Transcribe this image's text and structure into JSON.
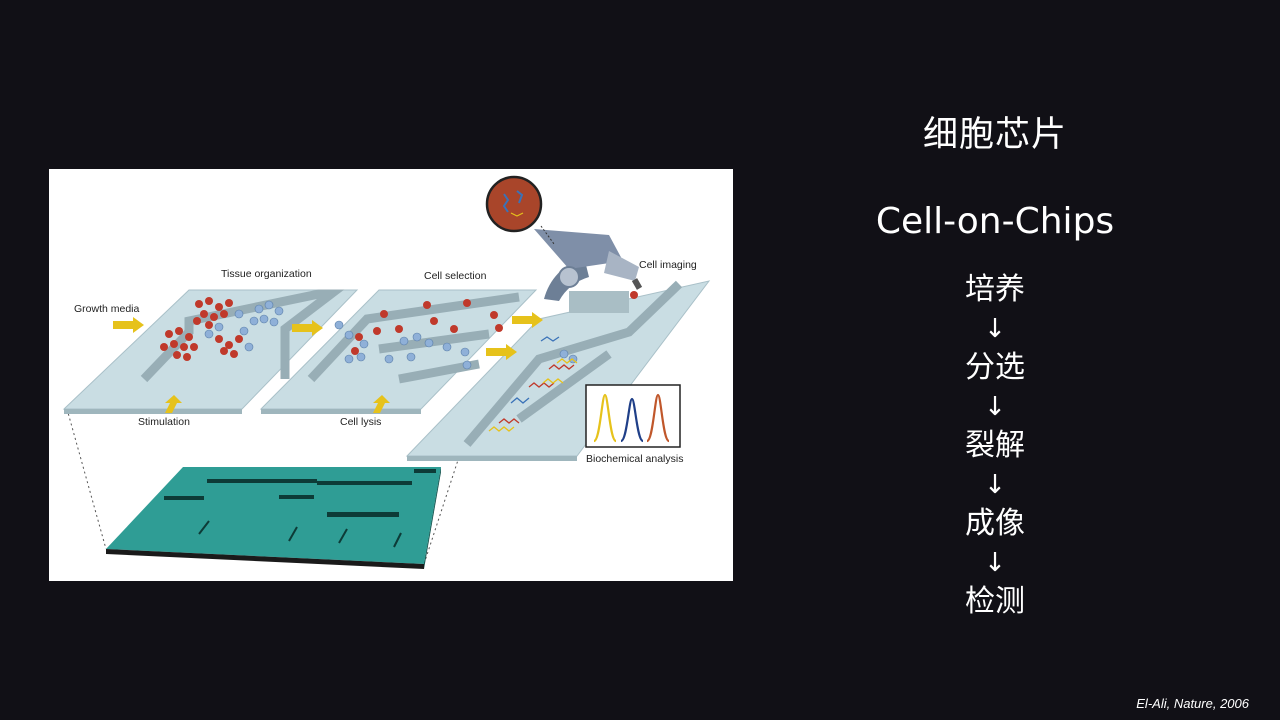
{
  "figure": {
    "labels": {
      "growth_media": "Growth media",
      "tissue_organization": "Tissue organization",
      "cell_selection": "Cell selection",
      "cell_imaging": "Cell imaging",
      "stimulation": "Stimulation",
      "cell_lysis": "Cell lysis",
      "biochemical_analysis": "Biochemical analysis"
    },
    "colors": {
      "red_cell": "#c0392b",
      "blue_cell": "#8fb0d8",
      "chip_teal": "#2f9d95",
      "panel": "#c9dde3",
      "arrow": "#e6c21b"
    }
  },
  "slide": {
    "title_cn": "细胞芯片",
    "title_en": "Cell-on-Chips",
    "steps": [
      "培养",
      "分选",
      "裂解",
      "成像",
      "检测"
    ],
    "arrow_glyph": "↓"
  },
  "citation": "El-Ali,  Nature,  2006"
}
